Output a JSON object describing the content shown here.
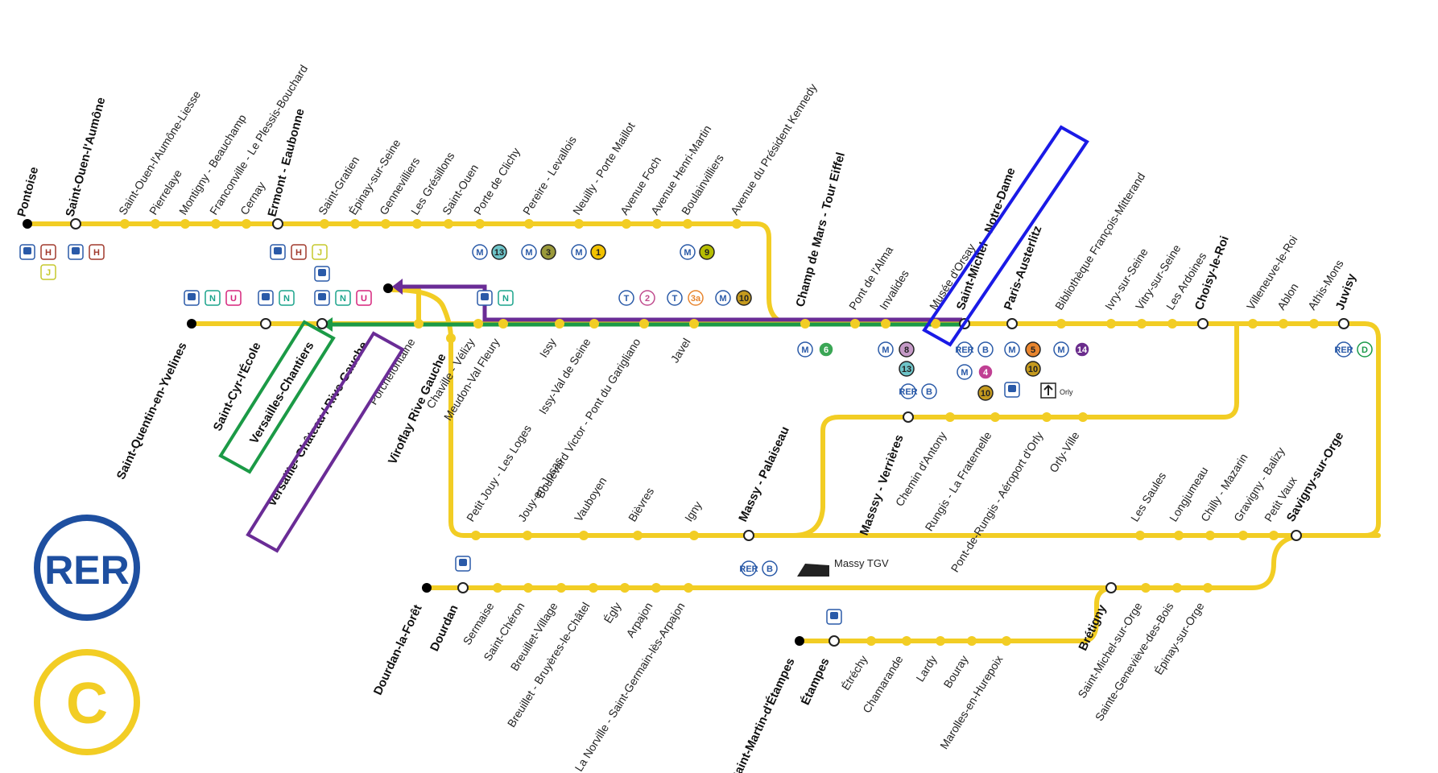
{
  "line": {
    "color": "#f2cd24",
    "route_color_purple": "#6a2c96",
    "route_color_green": "#1b9a46",
    "highlight_color": "#1a1ae6"
  },
  "logo": {
    "rer": "RER",
    "line": "C",
    "rer_color": "#1e4fa0",
    "line_color": "#f2cd24"
  },
  "stations": {
    "pontoise": "Pontoise",
    "saint_ouen_l_aumone": "Saint-Ouen-l'Aumône",
    "saint_ouen_l_aumone_liesse": "Saint-Ouen-l'Aumône-Liesse",
    "pierrelaye": "Pierrelaye",
    "montigny_beauchamp": "Montigny - Beauchamp",
    "franconville": "Franconville - Le Plessis-Bouchard",
    "cernay": "Cernay",
    "ermont_eaubonne": "Ermont - Eaubonne",
    "saint_gratien": "Saint-Gratien",
    "epinay_sur_seine": "Épinay-sur-Seine",
    "gennevilliers": "Gennevilliers",
    "les_gresillons": "Les Grésillons",
    "saint_ouen": "Saint-Ouen",
    "porte_de_clichy": "Porte de Clichy",
    "pereire_levallois": "Pereire - Levallois",
    "neuilly_porte_maillot": "Neuilly - Porte Maillot",
    "avenue_foch": "Avenue Foch",
    "avenue_henri_martin": "Avenue Henri-Martin",
    "boulainvilliers": "Boulainvilliers",
    "avenue_president_kennedy": "Avenue du Président Kennedy",
    "champ_de_mars": "Champ de Mars - Tour Eiffel",
    "pont_de_l_alma": "Pont de l'Alma",
    "invalides": "Invalides",
    "musee_d_orsay": "Musée d'Orsay",
    "saint_michel": "Saint-Michel - Notre-Dame",
    "paris_austerlitz": "Paris-Austerlitz",
    "bibliotheque": "Bibliothèque François-Mitterand",
    "ivry_sur_seine": "Ivry-sur-Seine",
    "vitry_sur_seine": "Vitry-sur-Seine",
    "les_ardoines": "Les Ardoines",
    "choisy_le_roi": "Choisy-le-Roi",
    "villeneuve_le_roi": "Villeneuve-le-Roi",
    "ablon": "Ablon",
    "athis_mons": "Athis-Mons",
    "juvisy": "Juvisy",
    "saint_quentin": "Saint-Quentin-en-Yvelines",
    "saint_cyr": "Saint-Cyr-l'École",
    "versailles_chantiers": "Versailles-Chantiers",
    "versailles_chateau": "Versaille- Château / Rive-Gauche",
    "porchefontaine": "Porchefontaine",
    "viroflay": "Viroflay Rive Gauche",
    "chaville": "Chaville - Vélizy",
    "meudon": "Meudon-Val Fleury",
    "issy": "Issy",
    "issy_val_de_seine": "Issy-Val de Seine",
    "boulevard_victor": "Boulevard Victor - Pont du Garigliano",
    "javel": "Javel",
    "petit_jouy": "Petit Jouy - Les Loges",
    "jouy_en_josas": "Jouy-en-Josas",
    "vauboyen": "Vauboyen",
    "bievres": "Bièvres",
    "igny": "Igny",
    "massy_palaiseau": "Massy - Palaiseau",
    "massy_verrieres": "Masssy - Verrières",
    "chemin_d_antony": "Chemin d'Antony",
    "rungis": "Rungis - La Fraternelle",
    "pont_de_rungis": "Pont-de-Rungis - Aéroport d'Orly",
    "orly_ville": "Orly-Ville",
    "les_saules": "Les Saules",
    "longjumeau": "Longjumeau",
    "chilly_mazarin": "Chilly - Mazarin",
    "gravigny_balizy": "Gravigny - Balizy",
    "petit_vaux": "Petit Vaux",
    "savigny_sur_orge": "Savigny-sur-Orge",
    "dourdan_la_foret": "Dourdan-la-Forêt",
    "dourdan": "Dourdan",
    "sermaise": "Sermaise",
    "saint_cheron": "Saint-Chéron",
    "breuillet_village": "Breuillet-Village",
    "breuillet_bruyeres": "Breuillet - Bruyères-le-Châtel",
    "egly": "Égly",
    "arpajon": "Arpajon",
    "la_norville": "La Norville - Saint-Germain-lès-Arpajon",
    "saint_martin_d_etampes": "Saint-Martin-d'Étampes",
    "etampes": "Étampes",
    "etrechy": "Étréchy",
    "chamarande": "Chamarande",
    "lardy": "Lardy",
    "bouray": "Bouray",
    "marolles": "Marolles-en-Hurepoix",
    "bretigny": "Brétigny",
    "saint_michel_sur_orge": "Saint-Michel-sur-Orge",
    "sainte_genevieve": "Sainte-Geneviève-des-Bois",
    "epinay_sur_orge": "Épinay-sur-Orge"
  },
  "connections": {
    "transilien_h": "H",
    "transilien_j": "J",
    "transilien_n": "N",
    "transilien_u": "U",
    "metro": "M",
    "tram": "T",
    "rer": "RER",
    "rer_b": "B",
    "rer_d": "D",
    "m13": "13",
    "m3": "3",
    "m1": "1",
    "m9": "9",
    "t2": "2",
    "t3a": "3a",
    "m10": "10",
    "m6": "6",
    "m8": "8",
    "m5": "5",
    "m14": "14",
    "m4": "4",
    "massy_tgv": "Massy TGV",
    "orly": "Orly"
  }
}
